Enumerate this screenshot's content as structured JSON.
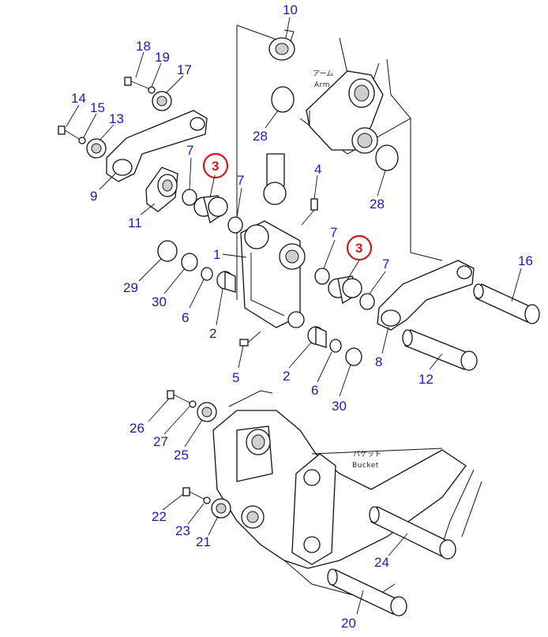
{
  "diagram": {
    "labels": {
      "arm_jp": "アーム",
      "arm_en": "Arm",
      "bucket_jp": "バケット",
      "bucket_en": "Bucket"
    },
    "callouts": [
      {
        "id": "c10",
        "text": "10",
        "highlight": false
      },
      {
        "id": "c18",
        "text": "18",
        "highlight": false
      },
      {
        "id": "c19",
        "text": "19",
        "highlight": false
      },
      {
        "id": "c17",
        "text": "17",
        "highlight": false
      },
      {
        "id": "c14",
        "text": "14",
        "highlight": false
      },
      {
        "id": "c15",
        "text": "15",
        "highlight": false
      },
      {
        "id": "c13",
        "text": "13",
        "highlight": false
      },
      {
        "id": "c28a",
        "text": "28",
        "highlight": false
      },
      {
        "id": "c28b",
        "text": "28",
        "highlight": false
      },
      {
        "id": "c7a",
        "text": "7",
        "highlight": false
      },
      {
        "id": "c3a",
        "text": "3",
        "highlight": true
      },
      {
        "id": "c7b",
        "text": "7",
        "highlight": false
      },
      {
        "id": "c4",
        "text": "4",
        "highlight": false
      },
      {
        "id": "c9",
        "text": "9",
        "highlight": false
      },
      {
        "id": "c11",
        "text": "11",
        "highlight": false
      },
      {
        "id": "c7c",
        "text": "7",
        "highlight": false
      },
      {
        "id": "c3b",
        "text": "3",
        "highlight": true
      },
      {
        "id": "c7d",
        "text": "7",
        "highlight": false
      },
      {
        "id": "c16",
        "text": "16",
        "highlight": false
      },
      {
        "id": "c1",
        "text": "1",
        "highlight": false
      },
      {
        "id": "c29",
        "text": "29",
        "highlight": false
      },
      {
        "id": "c30a",
        "text": "30",
        "highlight": false
      },
      {
        "id": "c6a",
        "text": "6",
        "highlight": false
      },
      {
        "id": "c2a",
        "text": "2",
        "highlight": false
      },
      {
        "id": "c8",
        "text": "8",
        "highlight": false
      },
      {
        "id": "c12",
        "text": "12",
        "highlight": false
      },
      {
        "id": "c5",
        "text": "5",
        "highlight": false
      },
      {
        "id": "c2b",
        "text": "2",
        "highlight": false
      },
      {
        "id": "c6b",
        "text": "6",
        "highlight": false
      },
      {
        "id": "c30b",
        "text": "30",
        "highlight": false
      },
      {
        "id": "c26",
        "text": "26",
        "highlight": false
      },
      {
        "id": "c27",
        "text": "27",
        "highlight": false
      },
      {
        "id": "c25",
        "text": "25",
        "highlight": false
      },
      {
        "id": "c22",
        "text": "22",
        "highlight": false
      },
      {
        "id": "c23",
        "text": "23",
        "highlight": false
      },
      {
        "id": "c21",
        "text": "21",
        "highlight": false
      },
      {
        "id": "c24",
        "text": "24",
        "highlight": false
      },
      {
        "id": "c20",
        "text": "20",
        "highlight": false
      }
    ],
    "colors": {
      "callout": "#1a1ab4",
      "highlight": "#cc1a1a",
      "line": "#111111"
    }
  }
}
